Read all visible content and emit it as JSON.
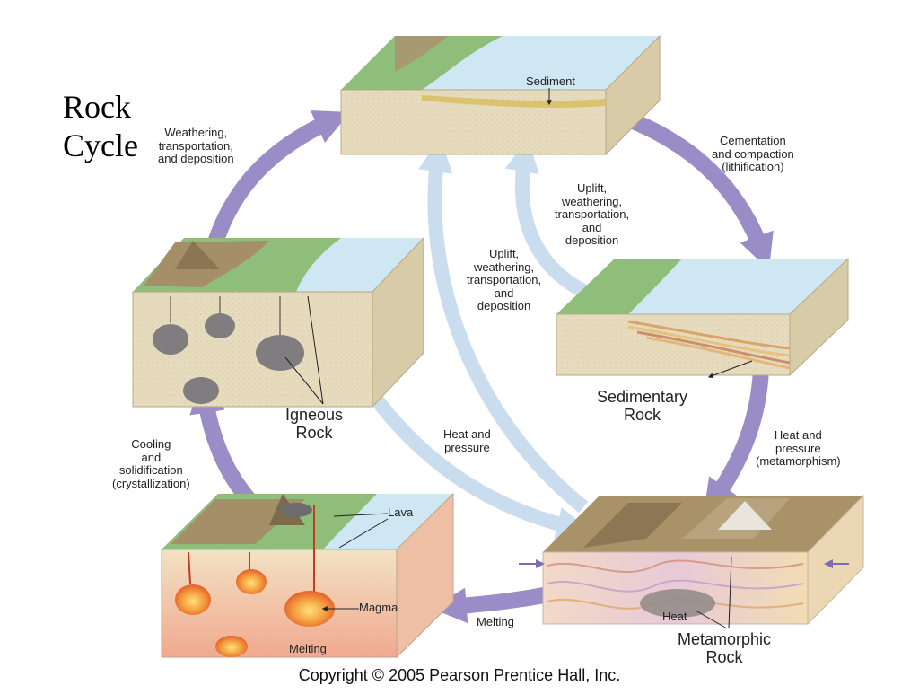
{
  "title": {
    "line1": "Rock",
    "line2": "Cycle"
  },
  "labels": {
    "sediment": "Sediment",
    "weathering_top": [
      "Weathering,",
      "transportation,",
      "and deposition"
    ],
    "cementation": [
      "Cementation",
      "and compaction",
      "(lithification)"
    ],
    "uplift_a": [
      "Uplift,",
      "weathering,",
      "transportation,",
      "and",
      "deposition"
    ],
    "uplift_b": [
      "Uplift,",
      "weathering,",
      "transportation,",
      "and",
      "deposition"
    ],
    "sedimentary_rock": [
      "Sedimentary",
      "Rock"
    ],
    "igneous_rock": [
      "Igneous",
      "Rock"
    ],
    "heat_pressure_center": [
      "Heat and",
      "pressure"
    ],
    "heat_pressure_right": [
      "Heat and",
      "pressure",
      "(metamorphism)"
    ],
    "cooling": [
      "Cooling",
      "and",
      "solidification",
      "(crystallization)"
    ],
    "lava": "Lava",
    "magma": "Magma",
    "melting_bottom": "Melting",
    "melting_arrow": "Melting",
    "heat": "Heat",
    "metamorphic_rock": [
      "Metamorphic",
      "Rock"
    ]
  },
  "copyright": "Copyright © 2005 Pearson Prentice Hall, Inc.",
  "colors": {
    "main_arrow": "#9a8cc6",
    "minor_arrow": "#c9ddef",
    "block_side": "#e5d9b8",
    "water": "#cfe6f3",
    "land": "#8fbd7a",
    "magma": "#f08a3a"
  }
}
